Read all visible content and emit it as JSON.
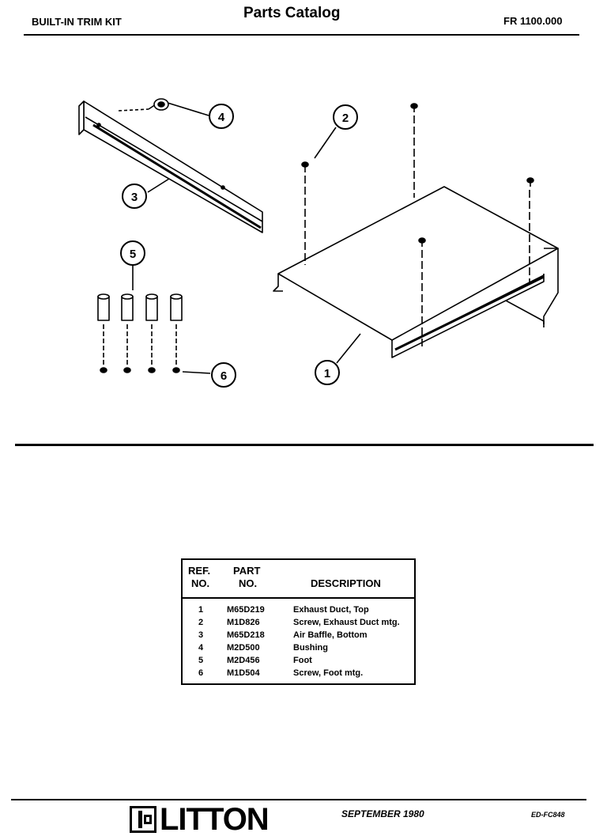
{
  "header": {
    "left": "BUILT-IN TRIM KIT",
    "center": "Parts Catalog",
    "right": "FR 1100.000"
  },
  "diagram": {
    "callouts": [
      "1",
      "2",
      "3",
      "4",
      "5",
      "6"
    ]
  },
  "table": {
    "headers": {
      "ref_line1": "REF.",
      "ref_line2": "NO.",
      "part_line1": "PART",
      "part_line2": "NO.",
      "description": "DESCRIPTION"
    },
    "rows": [
      {
        "ref": "1",
        "part": "M65D219",
        "description": "Exhaust Duct, Top"
      },
      {
        "ref": "2",
        "part": "M1D826",
        "description": "Screw, Exhaust Duct mtg."
      },
      {
        "ref": "3",
        "part": "M65D218",
        "description": "Air Baffle, Bottom"
      },
      {
        "ref": "4",
        "part": "M2D500",
        "description": "Bushing"
      },
      {
        "ref": "5",
        "part": "M2D456",
        "description": "Foot"
      },
      {
        "ref": "6",
        "part": "M1D504",
        "description": "Screw, Foot mtg."
      }
    ]
  },
  "footer": {
    "logo": "LITTON",
    "date": "SEPTEMBER 1980",
    "code": "ED-FC848"
  }
}
